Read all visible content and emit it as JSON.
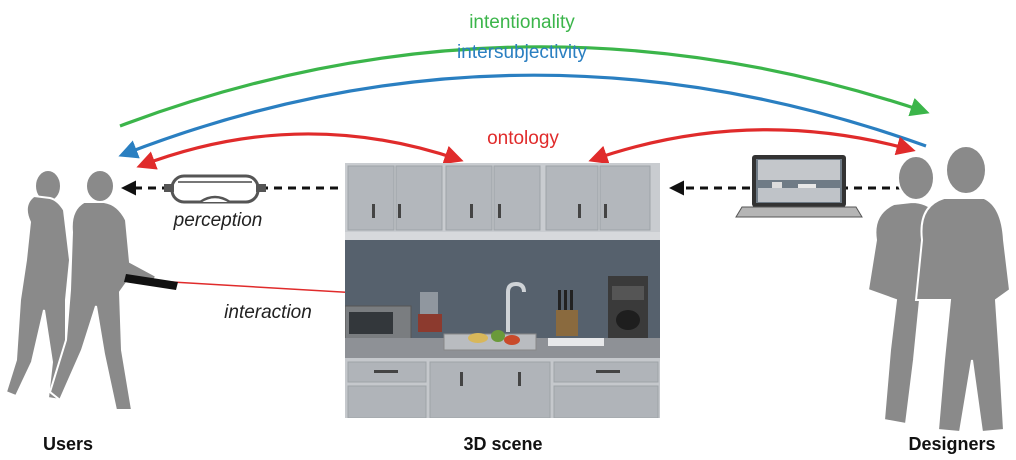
{
  "labels": {
    "intentionality": "intentionality",
    "intersubjectivity": "intersubjectivity",
    "ontology": "ontology",
    "perception": "perception",
    "interaction": "interaction",
    "users": "Users",
    "scene": "3D scene",
    "designers": "Designers"
  },
  "colors": {
    "intentionality": "#3bb54a",
    "intersubjectivity": "#2a7fc1",
    "ontology": "#e02b2b",
    "silhouette": "#8a8a8a",
    "dashed_arrow": "#111111"
  },
  "icons": {
    "goggles": "vr-goggles-icon",
    "laptop": "laptop-icon",
    "controller": "vr-controller-icon"
  }
}
